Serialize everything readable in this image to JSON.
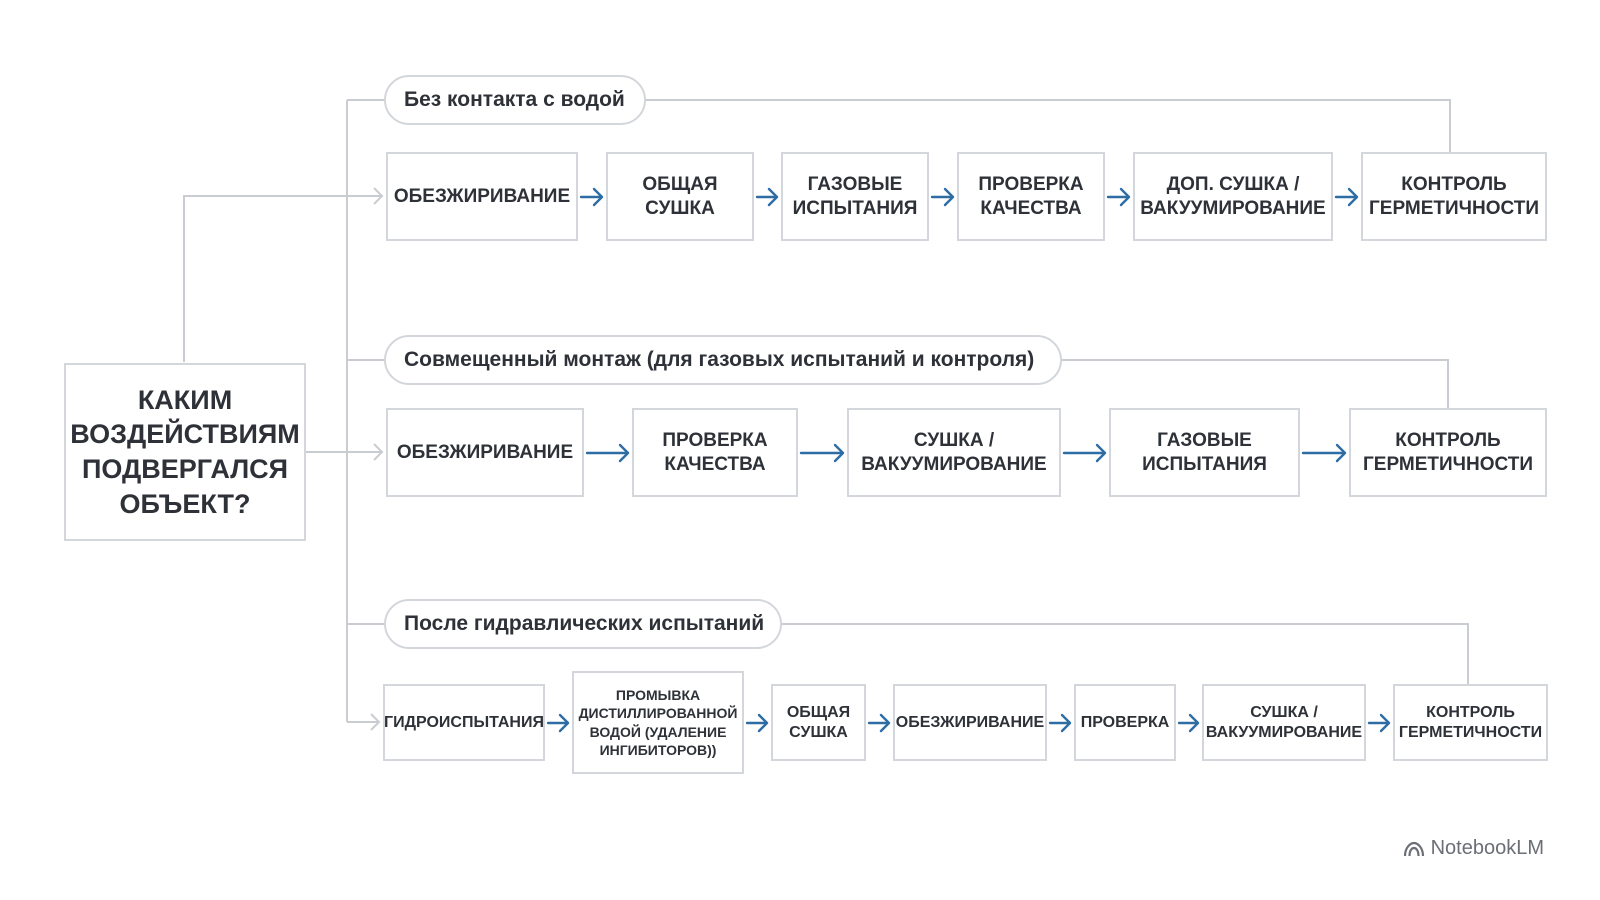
{
  "question": "КАКИМ\nВОЗДЕЙСТВИЯМ\nПОДВЕРГАЛСЯ\nОБЪЕКТ?",
  "branches": [
    {
      "label": "Без контакта с водой",
      "steps": [
        "ОБЕЗЖИРИВАНИЕ",
        "ОБЩАЯ\nСУШКА",
        "ГАЗОВЫЕ\nИСПЫТАНИЯ",
        "ПРОВЕРКА\nКАЧЕСТВА",
        "ДОП. СУШКА /\nВАКУУМИРОВАНИЕ",
        "КОНТРОЛЬ\nГЕРМЕТИЧНОСТИ"
      ]
    },
    {
      "label": "Совмещенный монтаж (для газовых испытаний и контроля)",
      "steps": [
        "ОБЕЗЖИРИВАНИЕ",
        "ПРОВЕРКА\nКАЧЕСТВА",
        "СУШКА /\nВАКУУМИРОВАНИЕ",
        "ГАЗОВЫЕ\nИСПЫТАНИЯ",
        "КОНТРОЛЬ\nГЕРМЕТИЧНОСТИ"
      ]
    },
    {
      "label": "После гидравлических испытаний",
      "steps": [
        "ГИДРОИСПЫТАНИЯ",
        "ПРОМЫВКА\nДИСТИЛЛИРОВАННОЙ\nВОДОЙ (УДАЛЕНИЕ\nИНГИБИТОРОВ))",
        "ОБЩАЯ\nСУШКА",
        "ОБЕЗЖИРИВАНИЕ",
        "ПРОВЕРКА",
        "СУШКА /\nВАКУУМИРОВАНИЕ",
        "КОНТРОЛЬ\nГЕРМЕТИЧНОСТИ"
      ]
    }
  ],
  "brand": "NotebookLM",
  "colors": {
    "arrow": "#2e6da4",
    "connector": "#c9cdd2",
    "border": "#d3d6da",
    "text": "#2e3238"
  }
}
